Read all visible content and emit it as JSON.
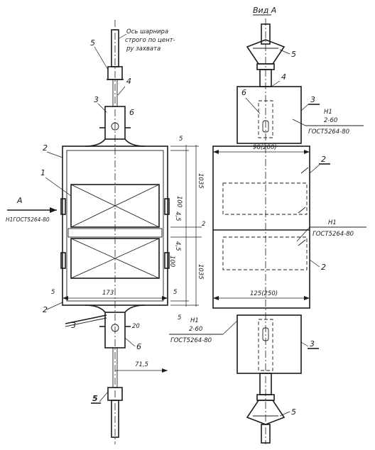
{
  "view_title": "Вид А",
  "pivot_note": [
    "Ось шарнира",
    "строго по цент-",
    "ру захвата"
  ],
  "callouts": {
    "c1": "1",
    "c2a": "2",
    "c2b": "2",
    "c2c": "2",
    "c2d": "2",
    "c3a": "3",
    "c3b": "3",
    "c3c": "3",
    "c3d": "3",
    "c4a": "4",
    "c4b": "4",
    "c5a": "5",
    "c5b": "5",
    "c5c": "5",
    "c5d": "5",
    "c6a": "6",
    "c6b": "6",
    "c6c": "6"
  },
  "view_arrow": {
    "letter": "А",
    "spec": "Н1ГОСТ5264-80"
  },
  "dimensions": {
    "d_173": "173",
    "d_71_5": "71,5",
    "d_20": "20",
    "d_5_top": "5",
    "d_5_bot": "5",
    "d_5_left": "5",
    "d_5_right": "5",
    "d_100_top": "100",
    "d_100_bot": "100",
    "d_4_5_a": "4,5",
    "d_4_5_b": "4,5",
    "d_1035_top": "1035",
    "d_1035_bot": "1035",
    "d_2": "2",
    "d_98": "98(200)",
    "d_125": "125(250)"
  },
  "welds": {
    "top": {
      "n": "Н1",
      "frac_top": "2-60",
      "std": "ГОСТ5264-80"
    },
    "mid": {
      "n": "Н1",
      "std": "ГОСТ5264-80"
    },
    "bot": {
      "n": "Н1",
      "frac_top": "2-60",
      "std": "ГОСТ5264-80"
    }
  }
}
